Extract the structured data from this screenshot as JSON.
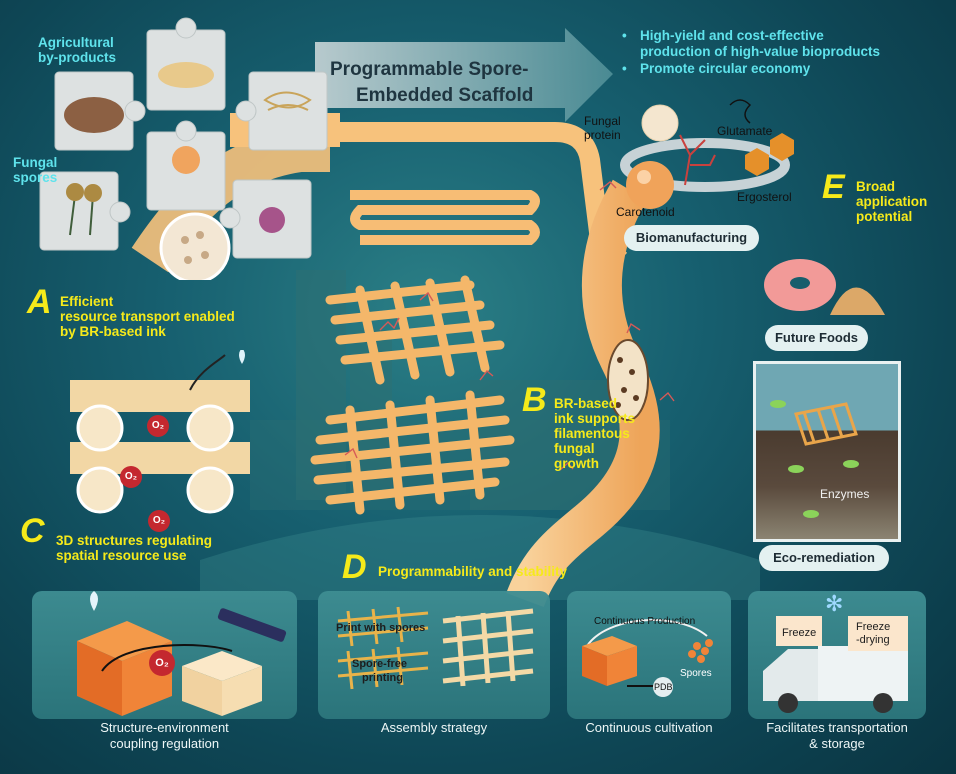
{
  "top_banner": {
    "title_line1": "Programmable Spore-",
    "title_line2": "Embedded Scaffold"
  },
  "bullets": [
    "High-yield and cost-effective",
    "production of high-value bioproducts",
    "Promote circular economy"
  ],
  "puzzle_labels": {
    "agri_line1": "Agricultural",
    "agri_line2": "by-products",
    "fungal_line1": "Fungal",
    "fungal_line2": "spores"
  },
  "section_a": {
    "letter": "A",
    "line1": "Efficient",
    "line2": "resource transport enabled",
    "line3": "by BR-based ink"
  },
  "section_b": {
    "letter": "B",
    "line1": "BR-based",
    "line2": "ink supports",
    "line3": "filamentous",
    "line4": "fungal",
    "line5": "growth"
  },
  "section_c": {
    "letter": "C",
    "line1": "3D structures regulating",
    "line2": "spatial resource use",
    "o2": "O₂"
  },
  "section_d": {
    "letter": "D",
    "title": "Programmability and stability"
  },
  "section_e": {
    "letter": "E",
    "line1": "Broad",
    "line2": "application",
    "line3": "potential"
  },
  "bio": {
    "fungal_protein_1": "Fungal",
    "fungal_protein_2": "protein",
    "glutamate": "Glutamate",
    "carotenoid": "Carotenoid",
    "ergosterol": "Ergosterol",
    "pill": "Biomanufacturing"
  },
  "applications": {
    "future_foods": "Future Foods",
    "enzymes": "Enzymes",
    "eco_remediation": "Eco-remediation"
  },
  "panels": [
    {
      "caption_1": "Structure-environment",
      "caption_2": "coupling regulation",
      "o2": "O₂"
    },
    {
      "caption_1": "Assembly strategy",
      "print_with_spores": "Print with spores",
      "spore_free_1": "Spore-free",
      "spore_free_2": "printing"
    },
    {
      "caption_1": "Continuous cultivation",
      "continuous_production": "Continuous Production",
      "spores": "Spores",
      "pdb": "PDB"
    },
    {
      "caption_1": "Facilitates transportation",
      "caption_2": "& storage",
      "freeze": "Freeze",
      "freeze_drying_1": "Freeze",
      "freeze_drying_2": "-drying"
    }
  ],
  "colors": {
    "accent_yellow": "#f6ea1a",
    "accent_cyan": "#5fe3ec",
    "scaffold_orange": "#f7c27c",
    "background_teal": "#176070"
  }
}
